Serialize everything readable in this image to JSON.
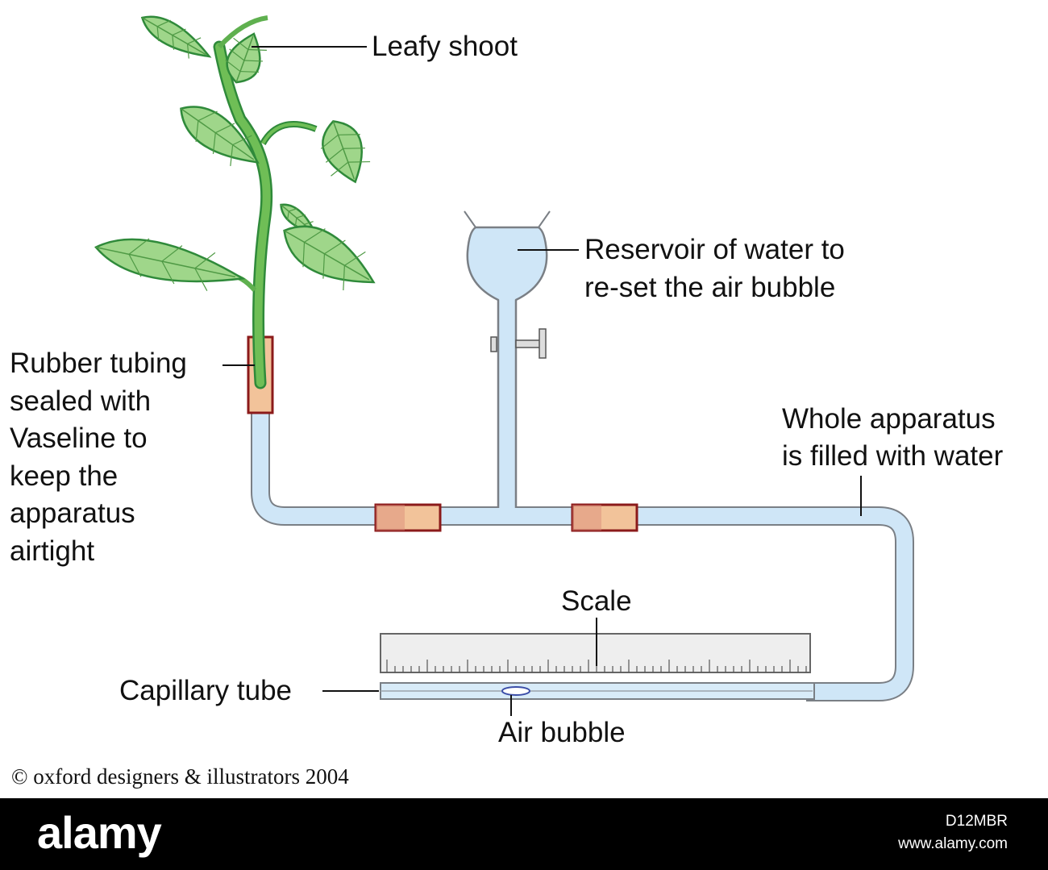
{
  "labels": {
    "leafy_shoot": "Leafy shoot",
    "reservoir_line1": "Reservoir of water to",
    "reservoir_line2": "re-set the air bubble",
    "rubber_tubing": [
      "Rubber tubing",
      "sealed with",
      "Vaseline to",
      "keep the",
      "apparatus",
      "airtight"
    ],
    "whole_apparatus_line1": "Whole apparatus",
    "whole_apparatus_line2": "is filled with water",
    "scale": "Scale",
    "capillary_tube": "Capillary tube",
    "air_bubble": "Air bubble"
  },
  "copyright": "© oxford designers & illustrators 2004",
  "footer": {
    "brand": "alamy",
    "image_id": "D12MBR",
    "site": "www.alamy.com"
  },
  "colors": {
    "water": "#cfe6f7",
    "tube_outline": "#7a7f85",
    "leaf_fill": "#9fd68a",
    "leaf_outline": "#2f8a3a",
    "stem": "#5fb04f",
    "rubber_red": "#8b1a1a",
    "rubber_tan": "#f2c39a",
    "ruler_fill": "#eeeeee"
  }
}
